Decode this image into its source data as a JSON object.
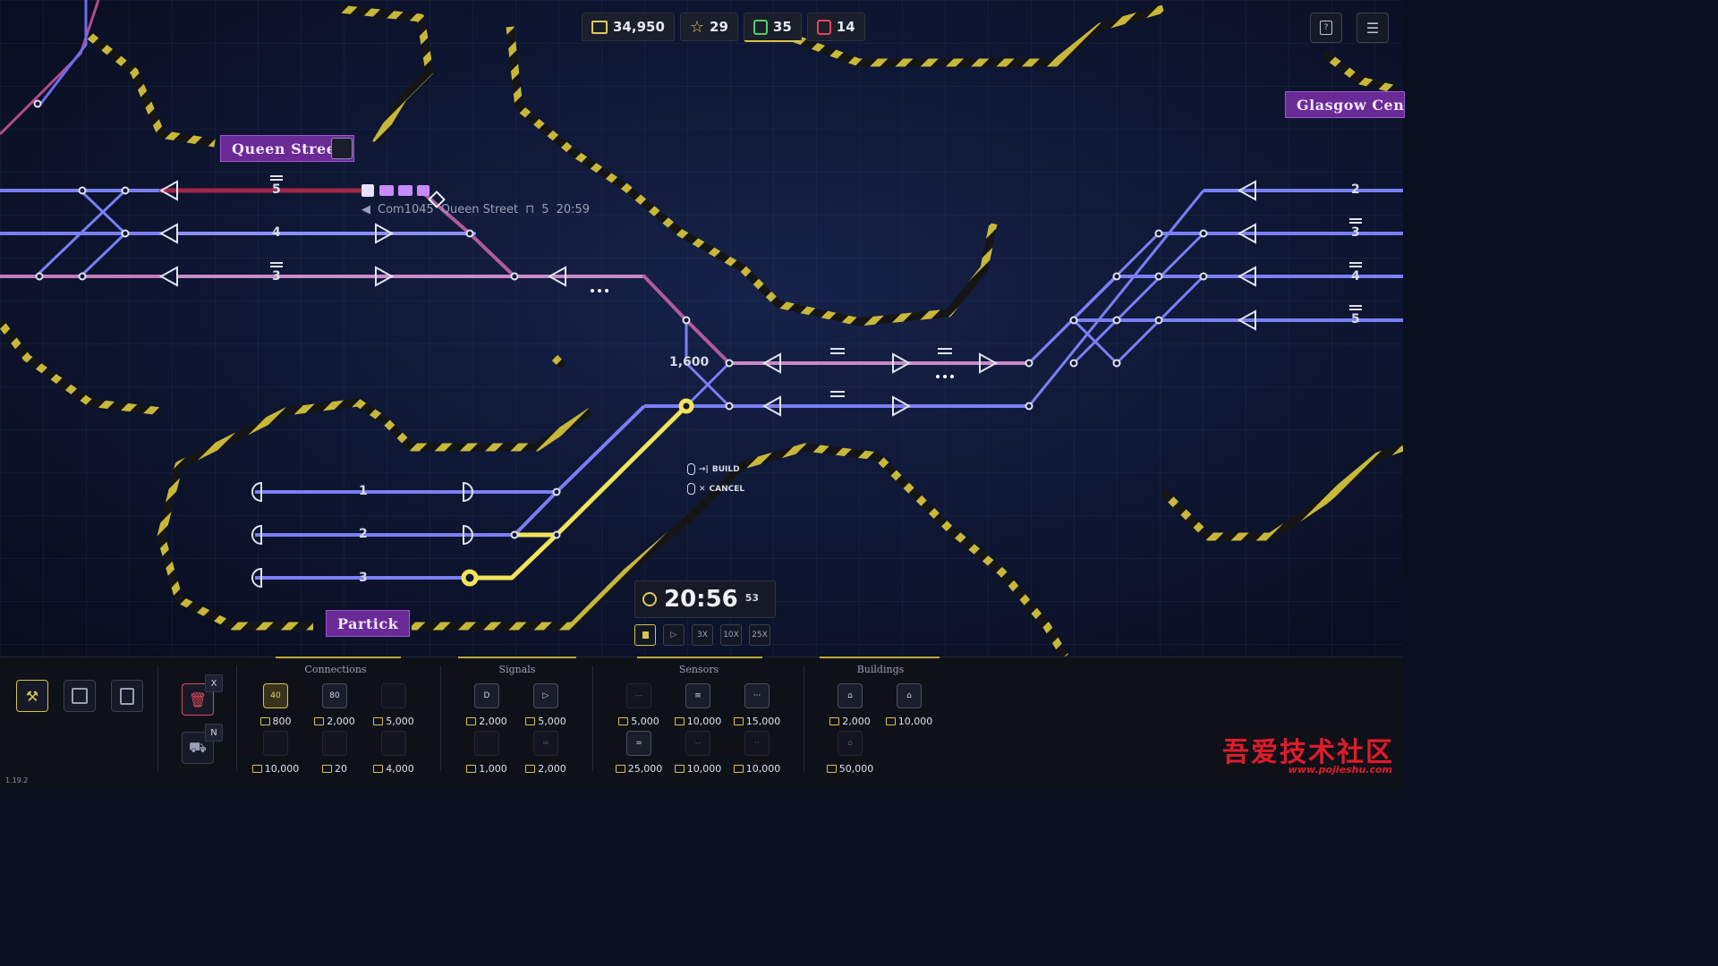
{
  "hud": {
    "money": "34,950",
    "stars": "29",
    "trains_active": "35",
    "trains_waiting": "14"
  },
  "stations": {
    "queen_street": "Queen Street",
    "glasgow_central": "Glasgow Centr",
    "partick": "Partick"
  },
  "tracks": {
    "left_platforms": [
      "5",
      "4",
      "3"
    ],
    "partick_platforms": [
      "1",
      "2",
      "3"
    ],
    "right_platforms": [
      "2",
      "3",
      "4",
      "5"
    ],
    "segment_length": "1,600"
  },
  "train": {
    "id": "Com1045",
    "destination": "Queen Street",
    "platform": "5",
    "time": "20:59"
  },
  "hints": {
    "build": "BUILD",
    "cancel": "CANCEL"
  },
  "clock": {
    "time": "20:56",
    "seconds": "53"
  },
  "speed": {
    "play": "▷",
    "x3": "3X",
    "x10": "10X",
    "x25": "25X"
  },
  "keys": {
    "delete": "X",
    "shop": "N"
  },
  "panel": {
    "connections": {
      "title": "Connections",
      "items": [
        {
          "label": "40",
          "cost": "800"
        },
        {
          "label": "80",
          "cost": "2,000"
        },
        {
          "label": "",
          "cost": "5,000"
        },
        {
          "label": "",
          "cost": "10,000"
        },
        {
          "label": "",
          "cost": "20"
        },
        {
          "label": "",
          "cost": "4,000"
        }
      ]
    },
    "signals": {
      "title": "Signals",
      "items": [
        {
          "cost": "2,000"
        },
        {
          "cost": "5,000"
        },
        {
          "cost": "1,000"
        },
        {
          "cost": "2,000"
        }
      ]
    },
    "sensors": {
      "title": "Sensors",
      "items": [
        {
          "cost": "5,000"
        },
        {
          "cost": "10,000"
        },
        {
          "cost": "15,000"
        },
        {
          "cost": "25,000"
        },
        {
          "cost": "10,000"
        },
        {
          "cost": "10,000"
        }
      ]
    },
    "buildings": {
      "title": "Buildings",
      "items": [
        {
          "cost": "2,000"
        },
        {
          "cost": "10,000"
        },
        {
          "cost": "50,000"
        }
      ]
    }
  },
  "version": "1.19.2",
  "watermark": {
    "text": "吾爱技术社区",
    "url": "www.pojieshu.com"
  }
}
